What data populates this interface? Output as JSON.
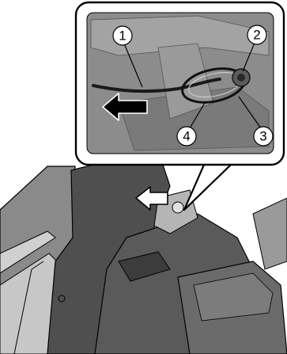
{
  "callouts": {
    "c1": "1",
    "c2": "2",
    "c3": "3",
    "c4": "4"
  },
  "colors": {
    "background": "#ffffff",
    "outline": "#000000",
    "inset_bg": "#8c8c8c",
    "body_dark": "#4a4a4a",
    "body_mid": "#767676",
    "body_light": "#a6a6a6",
    "arrow_fill": "#000000",
    "arrow_outline": "#ffffff",
    "badge_fill": "#ffffff"
  },
  "icons": {
    "direction_arrow": "arrow-left-icon",
    "cable_loop": "cable-loop-icon",
    "callout_badge": "circle-badge-icon"
  }
}
